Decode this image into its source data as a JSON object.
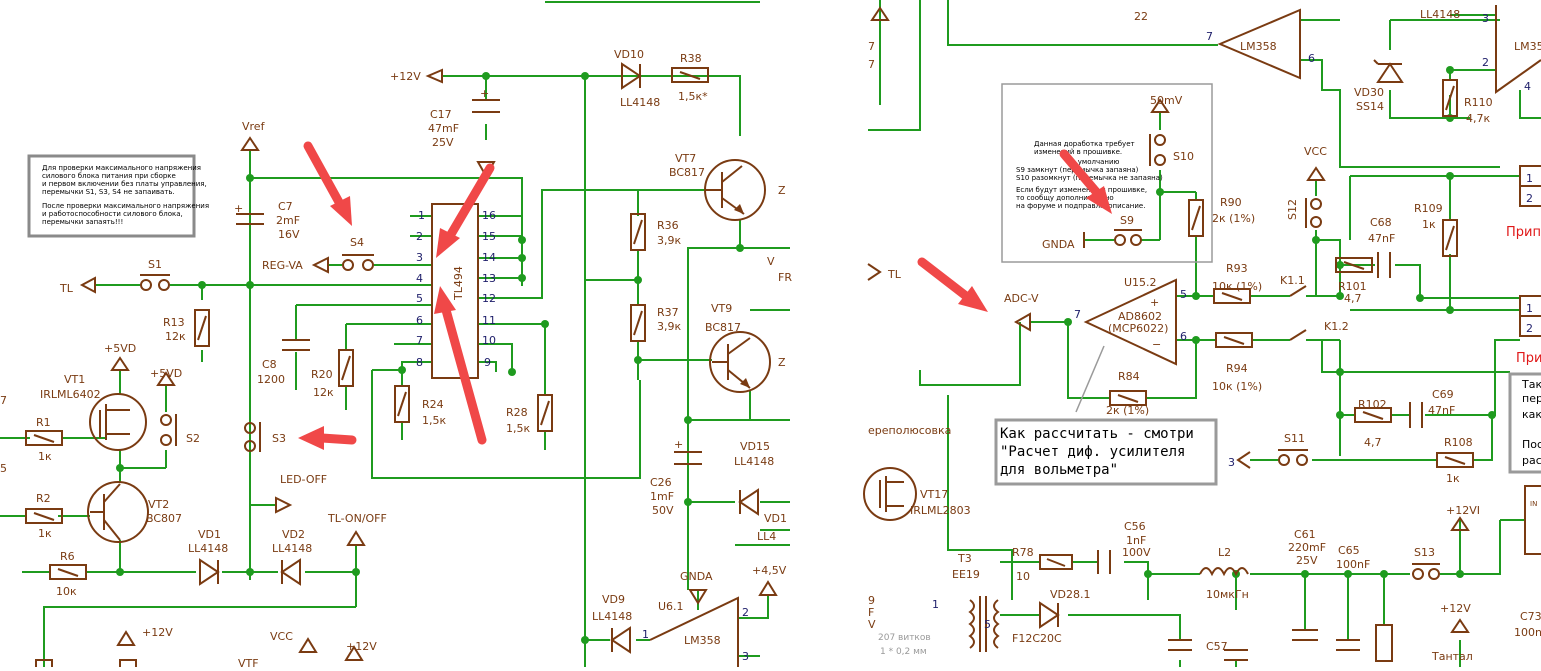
{
  "labels": {
    "plus12v_top": "+12V",
    "vd10": "VD10",
    "vd10_part": "LL4148",
    "r38": "R38",
    "r38_val": "1,5к*",
    "c17": "C17",
    "c17_val1": "47mF",
    "c17_val2": "25V",
    "vref": "Vref",
    "c7": "C7",
    "c7_val1": "2mF",
    "c7_val2": "16V",
    "vt7": "VT7",
    "vt7_part": "BC817",
    "r36": "R36",
    "r36_val": "3,9к",
    "r37": "R37",
    "r37_val": "3,9к",
    "vt9": "VT9",
    "vt9_part": "BC817",
    "s4": "S4",
    "reg_va": "REG-VA",
    "s1": "S1",
    "tl": "TL",
    "r13": "R13",
    "r13_val": "12к",
    "c8": "C8",
    "c8_val": "1200",
    "r20": "R20",
    "r20_val": "12к",
    "r24": "R24",
    "r24_val": "1,5к",
    "r28": "R28",
    "r28_val": "1,5к",
    "ic_name": "TL494",
    "plus5vd_1": "+5VD",
    "plus5vd_2": "+5VD",
    "vt1": "VT1",
    "vt1_part": "IRLML6402",
    "r1": "R1",
    "r1_val": "1к",
    "s2": "S2",
    "s3": "S3",
    "r2": "R2",
    "r2_val": "1к",
    "vt2": "VT2",
    "vt2_part": "BC807",
    "led_off": "LED-OFF",
    "tl_on_off": "TL-ON/OFF",
    "vd1": "VD1",
    "vd1_part": "LL4148",
    "vd2": "VD2",
    "vd2_part": "LL4148",
    "r6": "R6",
    "r6_val": "10к",
    "c26": "C26",
    "c26_val1": "1mF",
    "c26_val2": "50V",
    "vd15": "VD15",
    "vd15_part": "LL4148",
    "vd1x": "VD1",
    "vd1x_part": "LL4",
    "gnda_bottom": "GNDA",
    "plus45v": "+4,5V",
    "vd9": "VD9",
    "vd9_part": "LL4148",
    "u61": "U6.1",
    "lm358_bottom": "LM358",
    "plus12v_b1": "+12V",
    "plus12v_b2": "+12V",
    "vcc_bottom": "VCC",
    "vtf": "VTF",
    "vt_trunc": "V",
    "fr_trunc": "FR",
    "lm358_top": "LM358",
    "n22": "22",
    "ll4148_top": "LL4148",
    "lm35_trunc": "LM35",
    "vd30": "VD30",
    "vd30_part": "SS14",
    "r110": "R110",
    "r110_val": "4,7к",
    "mv50": "50mV",
    "s10": "S10",
    "r90": "R90",
    "r90_val": "2к (1%)",
    "s9": "S9",
    "gnda_right": "GNDA",
    "vcc_right": "VCC",
    "s12": "S12",
    "c68": "C68",
    "c68_val": "47nF",
    "r109": "R109",
    "r109_val": "1к",
    "tl_right": "TL",
    "adc_v": "ADC-V",
    "u152": "U15.2",
    "ad8602": "AD8602",
    "mcp6022": "(MCP6022)",
    "r93": "R93",
    "r93_val": "10к (1%)",
    "k11": "K1.1",
    "k12": "K1.2",
    "r101": "R101",
    "r101_val": "4,7",
    "r94": "R94",
    "r94_val": "10к (1%)",
    "r84": "R84",
    "r84_val": "2к (1%)",
    "r102": "R102",
    "r102_val": "4,7",
    "c69": "C69",
    "c69_val": "47nF",
    "s11": "S11",
    "r108": "R108",
    "r108_val": "1к",
    "polarity": "ереполюсовка",
    "vt17": "VT17",
    "vt17_part": "IRLML2803",
    "t3": "T3",
    "t3_part": "EE19",
    "r78": "R78",
    "r78_val": "10",
    "c56": "C56",
    "c56_val1": "1nF",
    "c56_val2": "100V",
    "vd281": "VD28.1",
    "vd281_part": "F12C20C",
    "l2": "L2",
    "l2_val": "10мкГн",
    "c61": "C61",
    "c61_val1": "220mF",
    "c61_val2": "25V",
    "c65": "C65",
    "c65_val": "100nF",
    "s13": "S13",
    "plus12vi": "+12VI",
    "plus12v_right": "+12V",
    "c57": "C57",
    "c73": "C73",
    "c73_val": "100n",
    "tantal": "Тантал",
    "turns1": "207 витков",
    "turns2": "1 * 0,2 мм",
    "left_edge_9": "9",
    "left_edge_f": "F",
    "left_edge_v": "V",
    "left_7a": "7",
    "left_7b": "7",
    "prip1": "Прип",
    "prip2": "Прип",
    "sidebox1": "Так",
    "sidebox2": "пер",
    "sidebox3": "как",
    "sidebox4": "Пос",
    "sidebox5": "рас",
    "in_trunc": "IN"
  },
  "pins": {
    "ic": [
      "1",
      "2",
      "3",
      "4",
      "5",
      "6",
      "7",
      "8",
      "9",
      "10",
      "11",
      "12",
      "13",
      "14",
      "15",
      "16"
    ],
    "u152_out": "7",
    "u152_in1": "5",
    "u152_in2": "6",
    "lm358_top_7": "7",
    "lm358_top_6": "6",
    "lm35_pin3": "3",
    "lm35_pin2": "2",
    "lm35_pin4": "4",
    "u61_1": "1",
    "u61_2": "2",
    "u61_3": "3",
    "con1_1": "1",
    "con1_2": "2",
    "con2_1": "1",
    "con2_2": "2",
    "s11_pin": "3",
    "t3_1": "1",
    "t3_5": "5"
  },
  "notes": {
    "left_box": [
      "Для проверки максимального напряжения",
      "силового блока питания при сборке",
      "и первом включении без платы управления,",
      "перемычки S1, S3, S4 не запаивать.",
      "",
      "После проверки максимального напряжения",
      "и работоспособности силового блока,",
      "перемычки запаять!!!"
    ],
    "right_box": [
      "Данная доработка требует",
      "изменений в прошивке.",
      "По умолчанию",
      "S9 замкнут (перемычка запаяна)",
      "S10 разомкнут (перемычка не запаяна)",
      "Если будут изменения в прошивке,",
      "то сообщу дополнительно",
      "на форуме и подправлю описание."
    ],
    "calc": [
      "Как рассчитать - смотри",
      "\"Расчет диф. усилителя",
      "для вольметра\""
    ]
  }
}
